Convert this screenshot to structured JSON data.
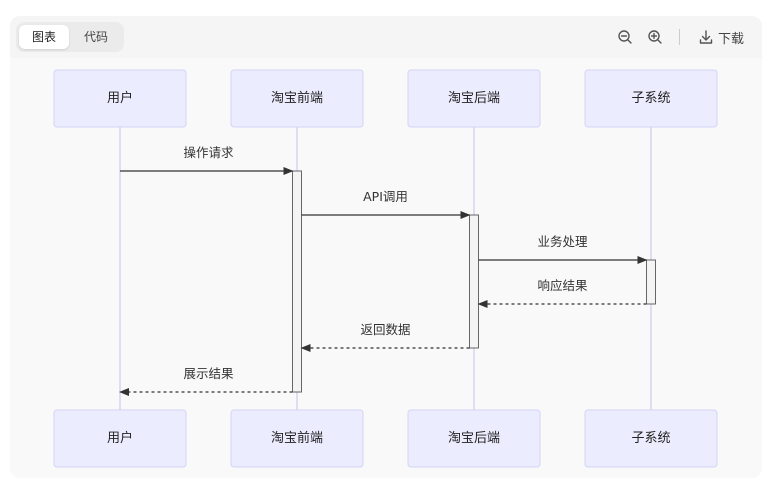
{
  "toolbar": {
    "tabs": [
      "图表",
      "代码"
    ],
    "active_tab": 0,
    "zoom_out_icon": "zoom-out-icon",
    "zoom_in_icon": "zoom-in-icon",
    "download_icon": "download-icon",
    "download_label": "下载"
  },
  "diagram": {
    "type": "sequence",
    "participants": [
      "用户",
      "淘宝前端",
      "淘宝后端",
      "子系统"
    ],
    "messages": [
      {
        "from": 0,
        "to": 1,
        "text": "操作请求",
        "style": "solid"
      },
      {
        "from": 1,
        "to": 2,
        "text": "API调用",
        "style": "solid"
      },
      {
        "from": 2,
        "to": 3,
        "text": "业务处理",
        "style": "solid"
      },
      {
        "from": 3,
        "to": 2,
        "text": "响应结果",
        "style": "dashed"
      },
      {
        "from": 2,
        "to": 1,
        "text": "返回数据",
        "style": "dashed"
      },
      {
        "from": 1,
        "to": 0,
        "text": "展示结果",
        "style": "dashed"
      }
    ],
    "colors": {
      "actor_fill": "#ececff",
      "actor_border": "#d3d3f5",
      "lifeline": "#d8d3f0",
      "arrow": "#333333"
    }
  }
}
